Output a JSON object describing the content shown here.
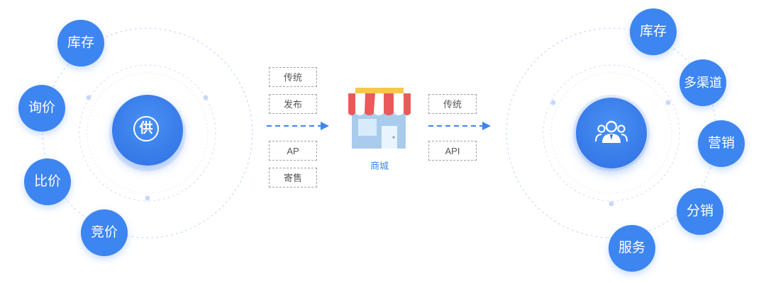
{
  "left": {
    "hub_char": "供",
    "bubbles": [
      "库存",
      "询价",
      "比价",
      "竞价"
    ]
  },
  "middle": {
    "tags_left_top": [
      "传统",
      "发布"
    ],
    "tags_left_bottom": [
      "AP",
      "寄售"
    ],
    "store_label": "商城",
    "tags_right_top": [
      "传统"
    ],
    "tags_right_bottom": [
      "API"
    ]
  },
  "right": {
    "hub_icon": "users-icon",
    "bubbles": [
      "库存",
      "多渠道",
      "营销",
      "分销",
      "服务"
    ]
  },
  "colors": {
    "primary": "#3d85f0",
    "hub": "#2e6fe4",
    "orbit": "#c8dafa",
    "halo": "#e8effd",
    "tag_border": "#9aa3ad"
  }
}
